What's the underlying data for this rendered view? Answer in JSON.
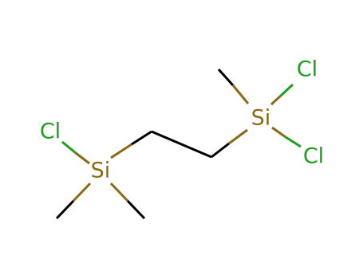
{
  "colors": {
    "background": "#FFFFFF",
    "carbon_bond": "#000000",
    "silicon": "#8B6914",
    "chlorine": "#1E9E1E"
  },
  "atoms": {
    "si_left": {
      "label": "Si",
      "element": "silicon"
    },
    "si_right": {
      "label": "Si",
      "element": "silicon"
    },
    "cl_left": {
      "label": "Cl",
      "element": "chlorine"
    },
    "cl_right_top": {
      "label": "Cl",
      "element": "chlorine"
    },
    "cl_right_bottom": {
      "label": "Cl",
      "element": "chlorine"
    }
  }
}
